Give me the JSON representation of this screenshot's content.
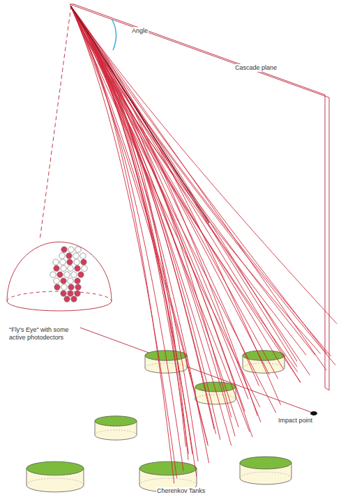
{
  "diagram": {
    "labels": [
      "Angle",
      "Cascade plane",
      "\"Fly's Eye\" with some active photodectors",
      "Impact point",
      "Cherenkov Tanks"
    ]
  }
}
